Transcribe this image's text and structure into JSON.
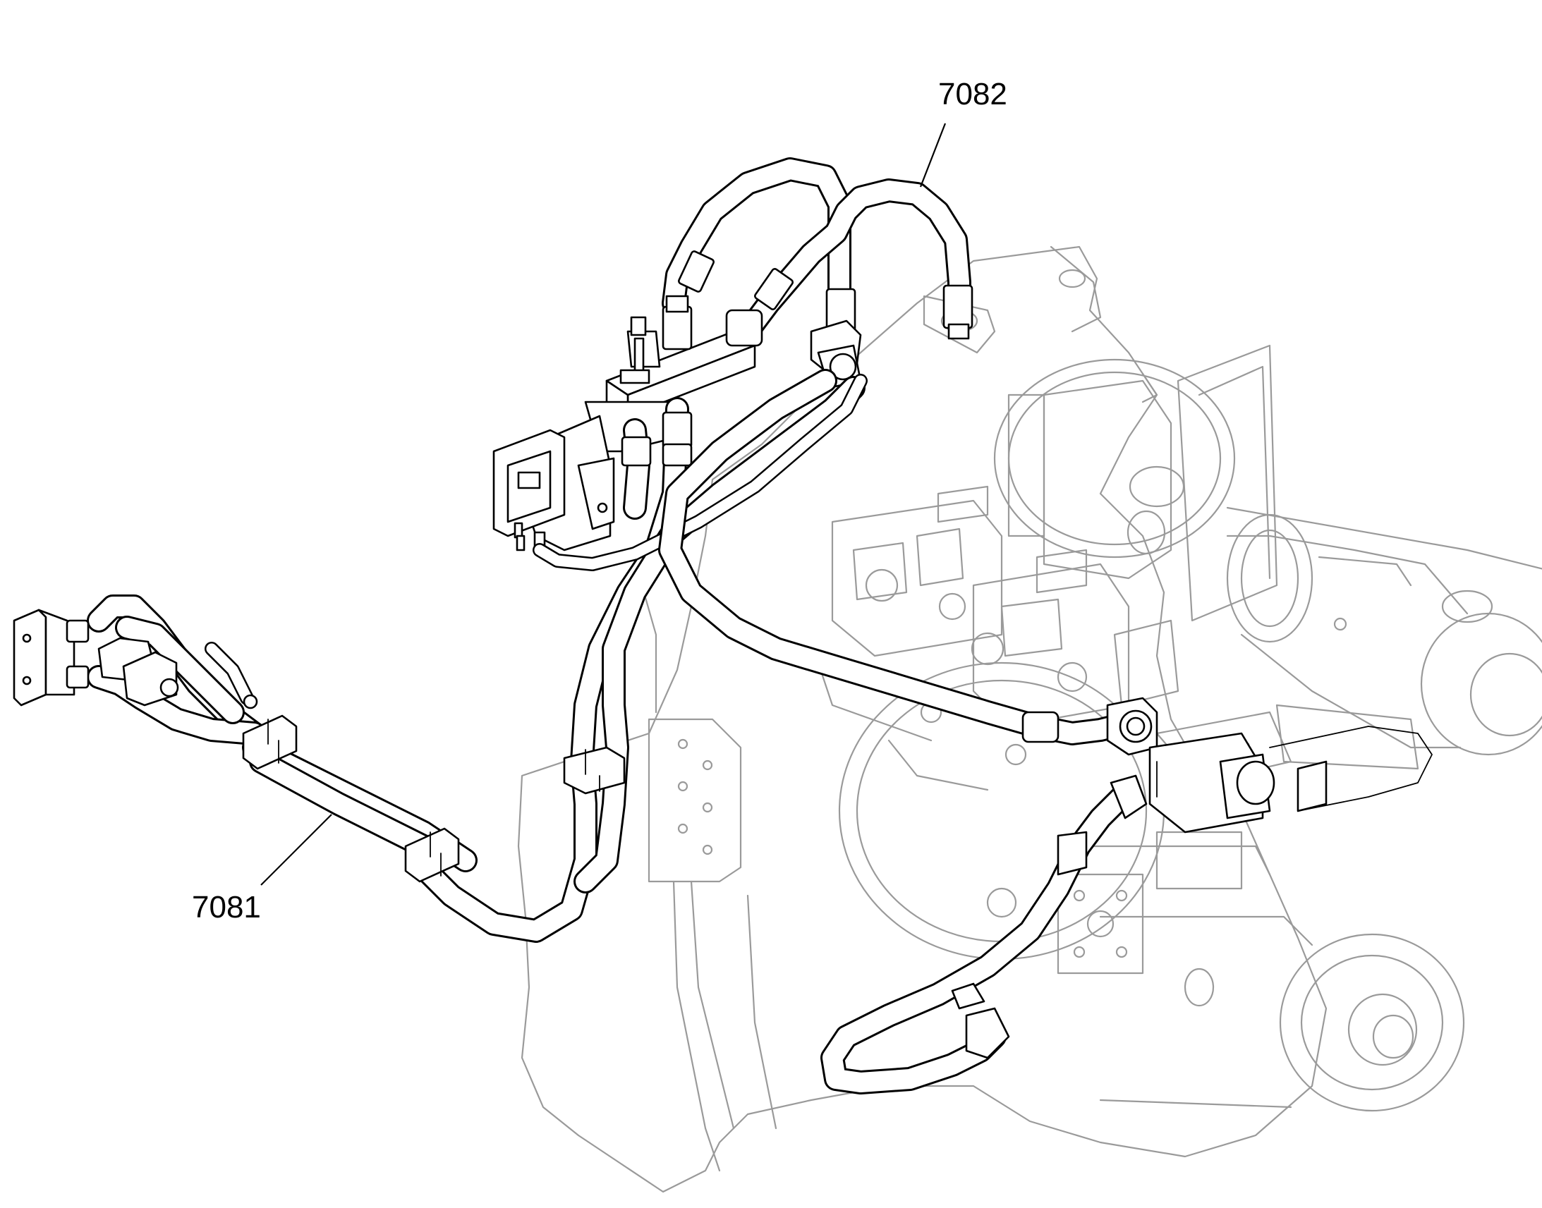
{
  "callouts": [
    {
      "id": "7082",
      "label": "7082"
    },
    {
      "id": "7081",
      "label": "7081"
    }
  ],
  "colors": {
    "ink": "#000000",
    "housing": "#9a9a9a",
    "background": "#ffffff"
  }
}
